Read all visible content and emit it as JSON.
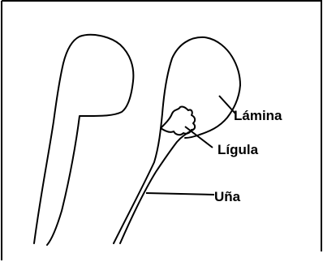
{
  "labels": {
    "lamina": "Lámina",
    "ligula": "Lígula",
    "una": "Uña"
  },
  "colors": {
    "stroke": "#000000",
    "background": "#ffffff"
  }
}
